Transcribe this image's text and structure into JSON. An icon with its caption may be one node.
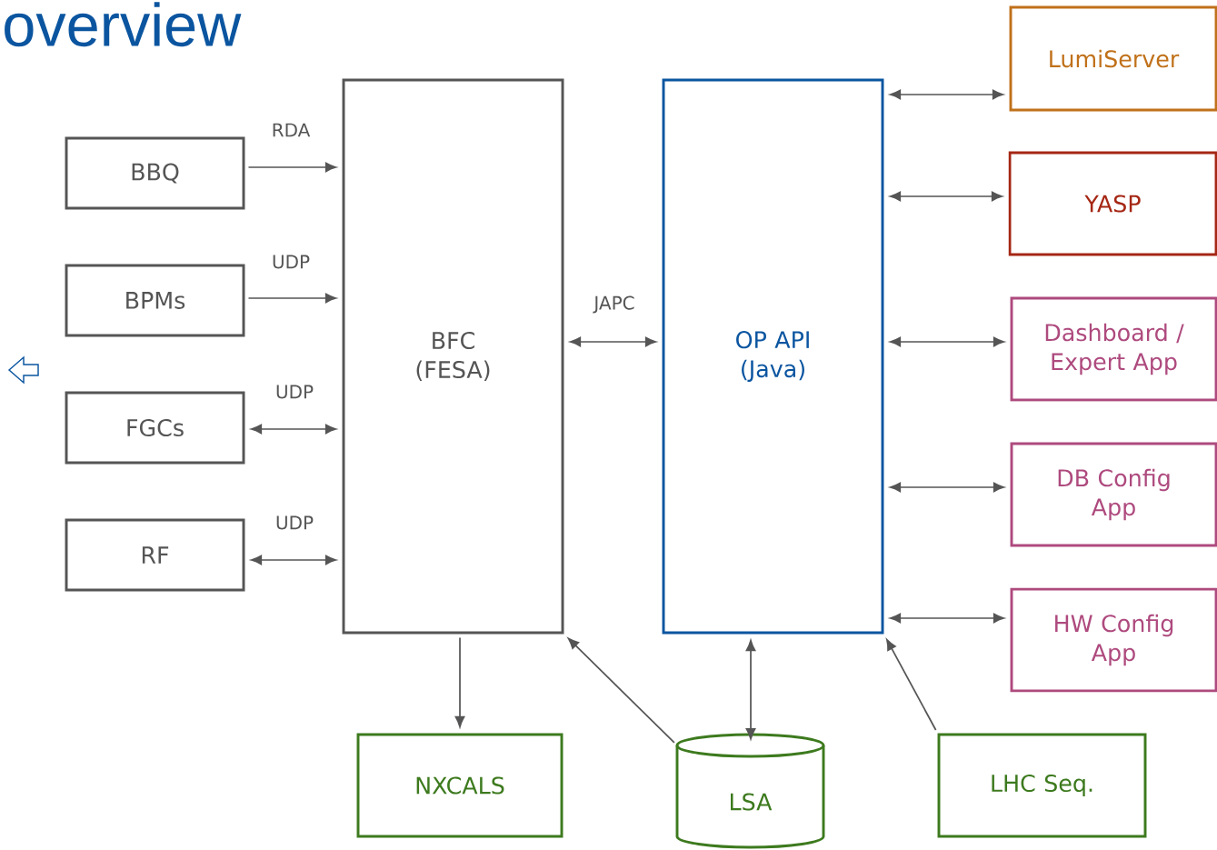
{
  "diagram": {
    "title": "overview",
    "nodes": [
      {
        "text": [
          "BBQ"
        ]
      },
      {
        "text": [
          "BPMs"
        ]
      },
      {
        "text": [
          "FGCs"
        ]
      },
      {
        "text": [
          "RF"
        ]
      },
      {
        "text": [
          "BFC (FESA)"
        ]
      },
      {
        "text": [
          "OP API (Java)"
        ]
      },
      {
        "text": [
          "LumiServer"
        ]
      },
      {
        "text": [
          "YASP"
        ]
      },
      {
        "text": [
          "Dashboard / Expert App"
        ]
      },
      {
        "text": [
          "DB Config App"
        ]
      },
      {
        "text": [
          "HW Config App"
        ]
      },
      {
        "text": [
          "NXCALS"
        ]
      },
      {
        "text": [
          "LSA"
        ]
      },
      {
        "text": [
          "LHC Seq."
        ]
      }
    ],
    "edges": [
      {
        "from": 0,
        "to": 4,
        "arrow": "to",
        "label": "RDA"
      },
      {
        "from": 1,
        "to": 4,
        "arrow": "to",
        "label": "UDP"
      },
      {
        "from": 2,
        "to": 4,
        "arrow": "both",
        "label": "UDP"
      },
      {
        "from": 3,
        "to": 4,
        "arrow": "both",
        "label": "UDP"
      },
      {
        "from": 4,
        "to": 5,
        "arrow": "both",
        "label": "JAPC"
      },
      {
        "from": 5,
        "to": 6,
        "arrow": "both"
      },
      {
        "from": 5,
        "to": 7,
        "arrow": "both"
      },
      {
        "from": 5,
        "to": 8,
        "arrow": "both"
      },
      {
        "from": 5,
        "to": 9,
        "arrow": "both"
      },
      {
        "from": 5,
        "to": 10,
        "arrow": "both"
      },
      {
        "from": 4,
        "to": 11,
        "arrow": "to"
      },
      {
        "from": 12,
        "to": 4,
        "arrow": "to"
      },
      {
        "from": 12,
        "to": 5,
        "arrow": "both"
      },
      {
        "from": 13,
        "to": 5,
        "arrow": "to"
      }
    ]
  }
}
